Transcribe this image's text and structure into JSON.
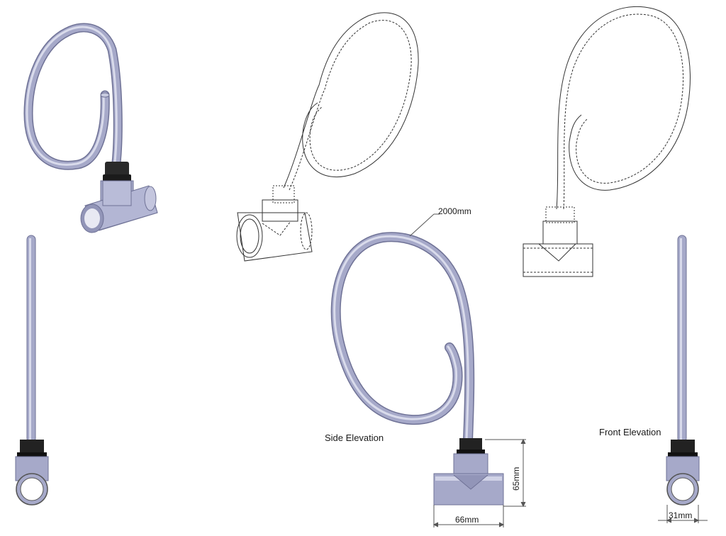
{
  "labels": {
    "hose_length": "2000mm",
    "side_elevation": "Side Elevation",
    "front_elevation": "Front Elevation",
    "height_dim": "65mm",
    "width_dim": "66mm",
    "pipe_width_dim": "31mm"
  },
  "colors": {
    "hose_shaded": "#a6a9c9",
    "hose_highlight": "#d9dbeb",
    "fitting_dark": "#222222",
    "outline": "#333333",
    "dimension_line": "#555555"
  },
  "views": [
    "isometric-shaded",
    "isometric-hidden-lines",
    "front-hidden-lines",
    "side-elevation",
    "front-elevation",
    "left-edge-view"
  ]
}
